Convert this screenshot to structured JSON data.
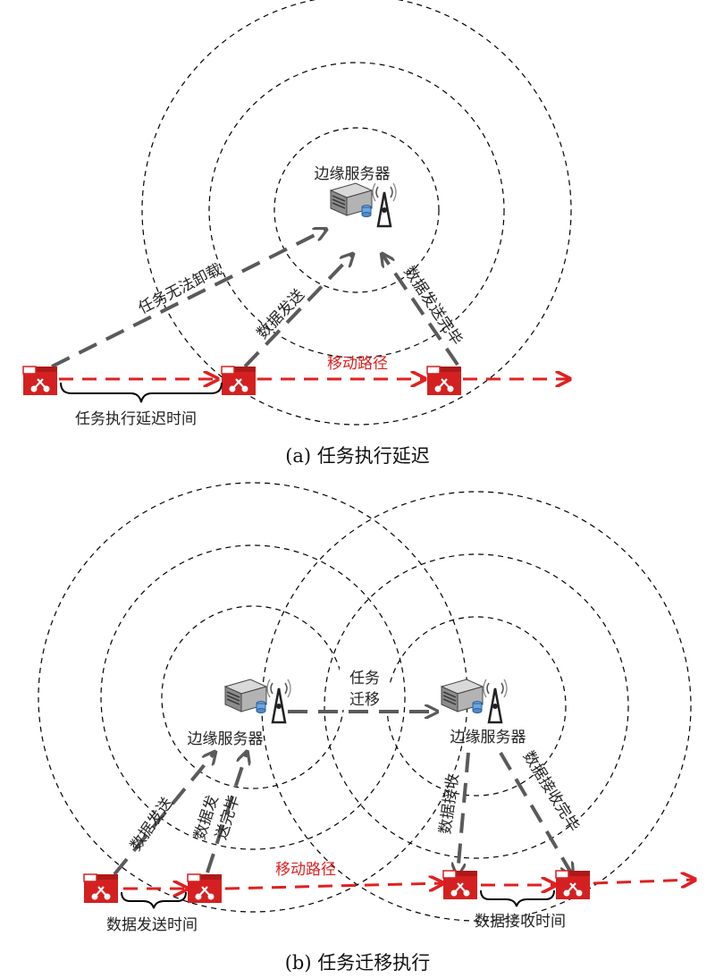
{
  "panel_a": {
    "server_label": "边缘服务器",
    "offload_fail_label": "任务无法卸载",
    "data_send_label": "数据发送",
    "data_send_done_label": "数据发送完毕",
    "move_path_label": "移动路径",
    "delay_label": "任务执行延迟时间",
    "caption": "(a) 任务执行延迟"
  },
  "panel_b": {
    "server1_label": "边缘服务器",
    "server2_label": "边缘服务器",
    "migrate_label_1": "任务",
    "migrate_label_2": "迁移",
    "data_send_label": "数据发送",
    "data_send_done_1": "数据发",
    "data_send_done_2": "送完毕",
    "data_recv_label": "数据接收",
    "data_recv_done_label": "数据接收完毕",
    "move_path_label": "移动路径",
    "send_time_label": "数据发送时间",
    "recv_time_label": "数据接收时间",
    "caption": "(b) 任务迁移执行"
  },
  "colors": {
    "red": "#e02020",
    "gray": "#5a5a5a",
    "black": "#000000"
  }
}
